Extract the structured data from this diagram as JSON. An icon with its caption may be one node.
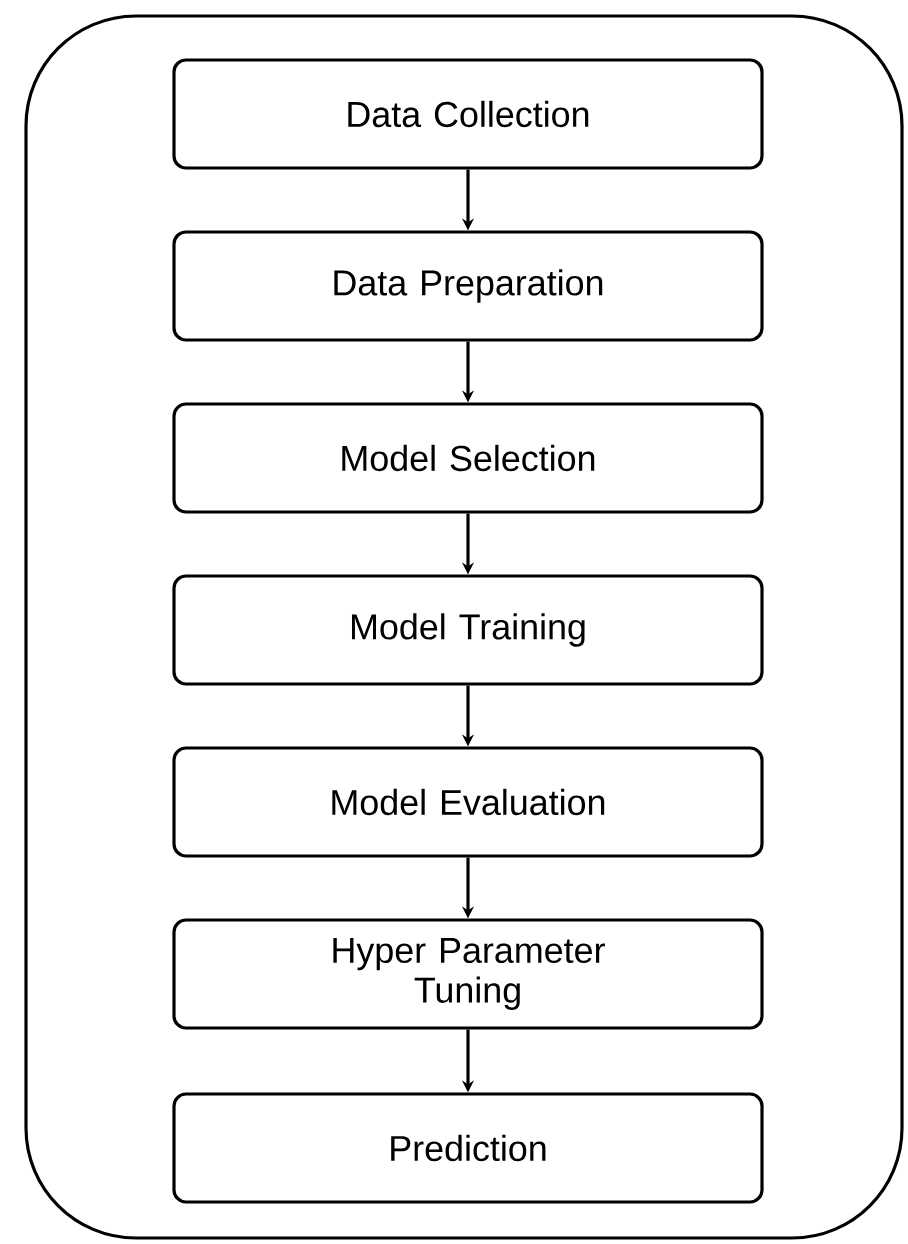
{
  "diagram": {
    "nodes": [
      {
        "text": [],
        "shape": "box"
      },
      {
        "text": [
          "Data Collection"
        ],
        "in": 0
      },
      {
        "text": [
          "Data Preparation"
        ],
        "in": 0
      },
      {
        "text": [
          "Model Selection"
        ],
        "in": 0
      },
      {
        "text": [
          "Model Training"
        ],
        "in": 0
      },
      {
        "text": [
          "Model Evaluation"
        ],
        "in": 0
      },
      {
        "text": [
          "Hyper Parameter Tuning"
        ],
        "in": 0
      },
      {
        "text": [
          "Prediction"
        ],
        "in": 0
      }
    ],
    "edges": [
      {
        "from": 1,
        "to": 2,
        "arrow": "to"
      },
      {
        "from": 2,
        "to": 3,
        "arrow": "to"
      },
      {
        "from": 3,
        "to": 4,
        "arrow": "to"
      },
      {
        "from": 4,
        "to": 5,
        "arrow": "to"
      },
      {
        "from": 5,
        "to": 6,
        "arrow": "to"
      },
      {
        "from": 6,
        "to": 7,
        "arrow": "to"
      }
    ]
  }
}
